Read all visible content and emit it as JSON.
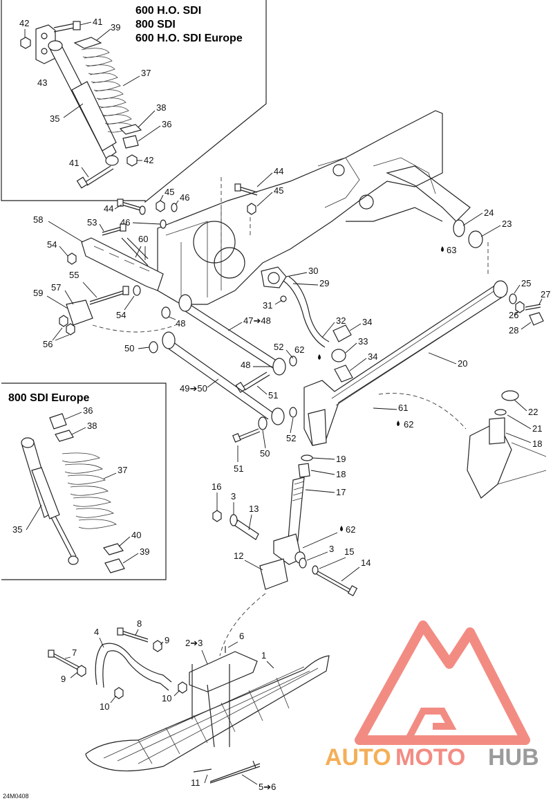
{
  "inset_top": {
    "title_lines": [
      "600 H.O. SDI",
      "800 SDI",
      "600 H.O. SDI Europe"
    ]
  },
  "inset_bottom": {
    "title": "800 SDI Europe"
  },
  "diagram_code": "24M0408",
  "watermark": {
    "part1": "AUTO",
    "part2": "MOTO",
    "part3": "HUB",
    "colors": {
      "red": "#f0786e",
      "orange": "#f3a23a",
      "gray": "#8a8a8a"
    }
  },
  "callouts": {
    "c1": "1",
    "c2_3": "2➔3",
    "c3a": "3",
    "c3b": "3",
    "c4": "4",
    "c5_6": "5➔6",
    "c6": "6",
    "c7": "7",
    "c8": "8",
    "c9a": "9",
    "c9b": "9",
    "c10a": "10",
    "c10b": "10",
    "c11": "11",
    "c12": "12",
    "c13": "13",
    "c14": "14",
    "c15": "15",
    "c16": "16",
    "c17": "17",
    "c18a": "18",
    "c18b": "18",
    "c19": "19",
    "c20": "20",
    "c21": "21",
    "c22": "22",
    "c23": "23",
    "c24": "24",
    "c25": "25",
    "c26": "26",
    "c27": "27",
    "c28": "28",
    "c29": "29",
    "c30": "30",
    "c31": "31",
    "c32": "32",
    "c33": "33",
    "c34a": "34",
    "c34b": "34",
    "c35a": "35",
    "c35b": "35",
    "c36a": "36",
    "c36b": "36",
    "c37a": "37",
    "c37b": "37",
    "c38a": "38",
    "c38b": "38",
    "c39a": "39",
    "c39b": "39",
    "c40": "40",
    "c41a": "41",
    "c41b": "41",
    "c42a": "42",
    "c42b": "42",
    "c43": "43",
    "c44a": "44",
    "c44b": "44",
    "c45a": "45",
    "c45b": "45",
    "c46a": "46",
    "c46b": "46",
    "c47_48": "47➔48",
    "c48a": "48",
    "c48b": "48",
    "c49_50": "49➔50",
    "c50a": "50",
    "c50b": "50",
    "c51a": "51",
    "c51b": "51",
    "c52a": "52",
    "c52b": "52",
    "c53": "53",
    "c54a": "54",
    "c54b": "54",
    "c55": "55",
    "c56": "56",
    "c57": "57",
    "c58": "58",
    "c59": "59",
    "c60": "60",
    "c61": "61",
    "c62a": "62",
    "c62b": "62",
    "c62c": "62",
    "c63": "63"
  }
}
